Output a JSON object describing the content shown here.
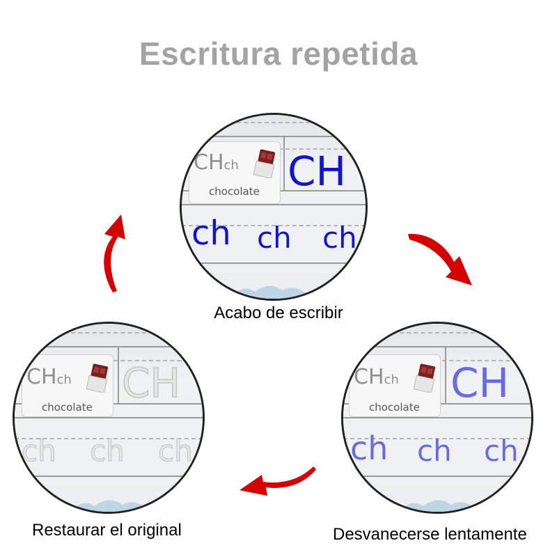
{
  "title": "Escritura repetida",
  "card": {
    "upper": "CH",
    "lower": "ch",
    "word": "chocolate"
  },
  "practice": {
    "upper": "CH",
    "lower": "ch"
  },
  "steps": [
    {
      "caption": "Acabo de escribir",
      "ink": "#1414c8"
    },
    {
      "caption": "Desvanecerse lentamente",
      "ink": "#6b6bdd"
    },
    {
      "caption": "Restaurar el original",
      "ink": "#e3e3e3"
    }
  ],
  "arrow_color": "#d40000",
  "icons": [
    "chocolate-bar-icon",
    "curved-arrow-icon"
  ]
}
